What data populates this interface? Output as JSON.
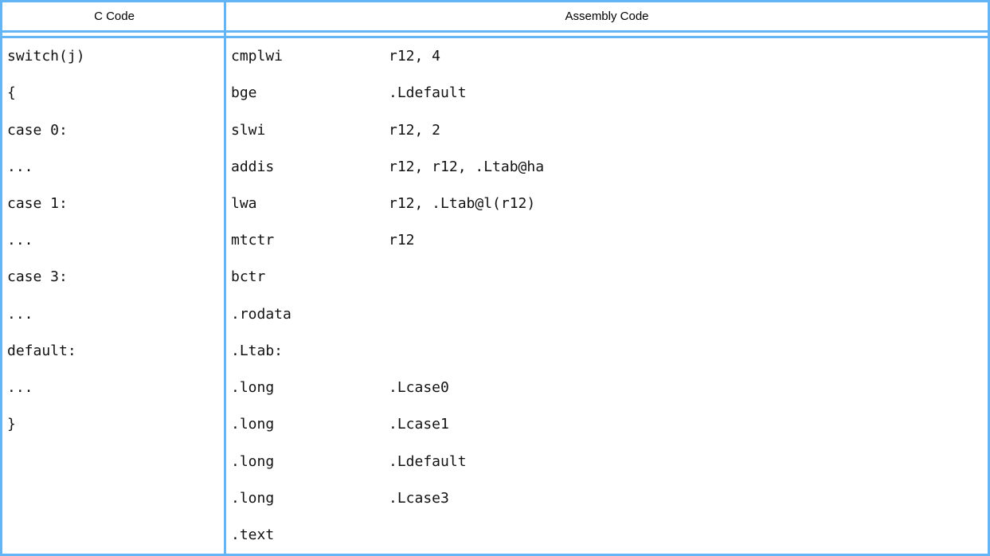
{
  "table": {
    "title": "C to Assembly switch statement translation table",
    "border_color": "#64b5f6",
    "headers": {
      "c_code": "C Code",
      "assembly_code": "Assembly Code"
    },
    "rows": [
      {
        "c": "switch(j)",
        "asm_op": "cmplwi",
        "asm_args": "r12, 4"
      },
      {
        "c": "{",
        "asm_op": "bge",
        "asm_args": ".Ldefault"
      },
      {
        "c": "case 0:",
        "asm_op": "slwi",
        "asm_args": "r12, 2"
      },
      {
        "c": "...",
        "asm_op": "addis",
        "asm_args": "r12, r12, .Ltab@ha"
      },
      {
        "c": "case 1:",
        "asm_op": "lwa",
        "asm_args": "r12, .Ltab@l(r12)"
      },
      {
        "c": "...",
        "asm_op": "mtctr",
        "asm_args": "r12"
      },
      {
        "c": "case 3:",
        "asm_op": "bctr",
        "asm_args": ""
      },
      {
        "c": "...",
        "asm_op": ".rodata",
        "asm_args": ""
      },
      {
        "c": "default:",
        "asm_op": ".Ltab:",
        "asm_args": ""
      },
      {
        "c": "...",
        "asm_op": ".long",
        "asm_args": ".Lcase0"
      },
      {
        "c": "}",
        "asm_op": ".long",
        "asm_args": ".Lcase1"
      },
      {
        "c": "",
        "asm_op": ".long",
        "asm_args": ".Ldefault"
      },
      {
        "c": "",
        "asm_op": ".long",
        "asm_args": ".Lcase3"
      },
      {
        "c": "",
        "asm_op": ".text",
        "asm_args": ""
      }
    ]
  }
}
